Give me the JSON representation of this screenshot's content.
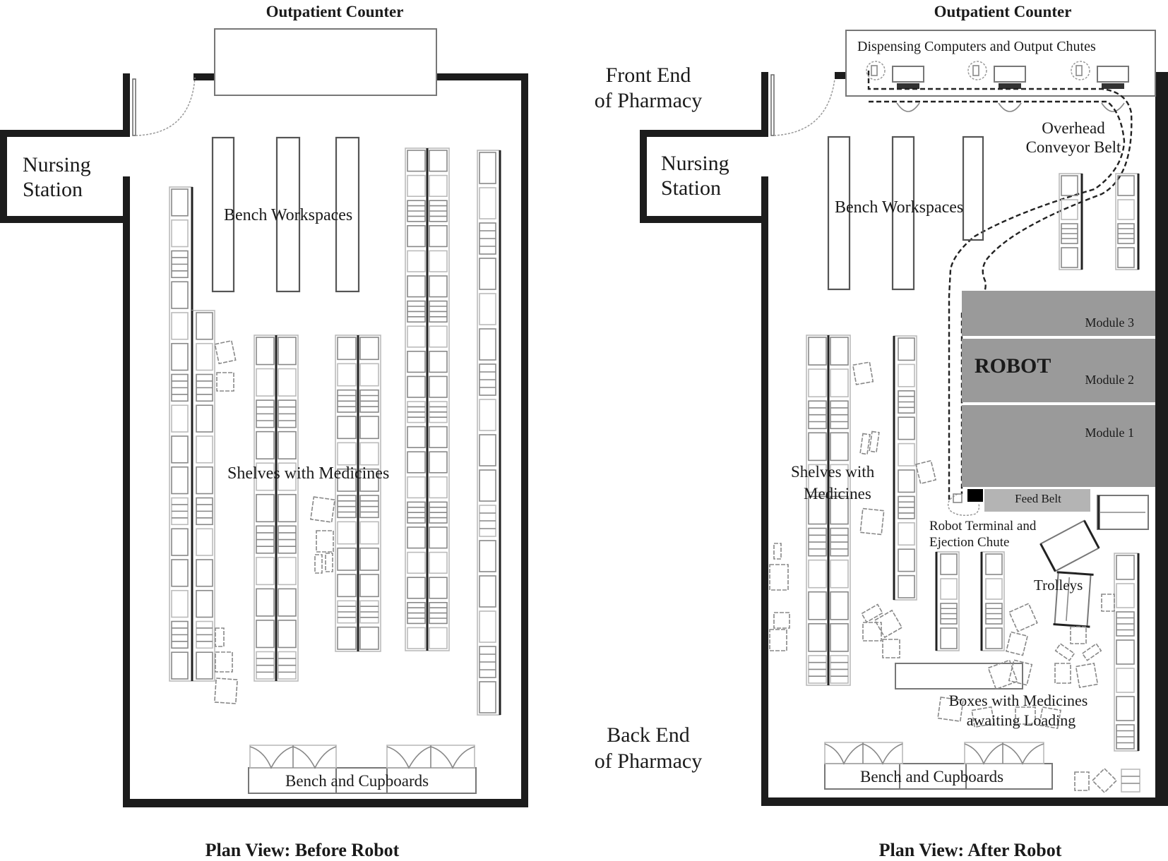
{
  "labels": {
    "outpatient_counter": "Outpatient Counter",
    "nursing_station_line1": "Nursing",
    "nursing_station_line2": "Station",
    "bench_workspaces": "Bench Workspaces",
    "shelves_with_medicines": "Shelves with Medicines",
    "shelves_line1": "Shelves with",
    "shelves_line2": "Medicines",
    "bench_and_cupboards": "Bench and Cupboards",
    "front_end_line1": "Front End",
    "front_end_line2": "of Pharmacy",
    "back_end_line1": "Back End",
    "back_end_line2": "of Pharmacy",
    "dispensing": "Dispensing Computers and Output Chutes",
    "overhead_line1": "Overhead",
    "overhead_line2": "Conveyor Belt",
    "robot": "ROBOT",
    "module_3": "Module 3",
    "module_2": "Module 2",
    "module_1": "Module 1",
    "feed_belt": "Feed Belt",
    "terminal_line1": "Robot Terminal and",
    "terminal_line2": "Ejection Chute",
    "trolleys": "Trolleys",
    "boxes_line1": "Boxes with Medicines",
    "boxes_line2": "awaiting Loading"
  },
  "captions": {
    "before": "Plan View: Before Robot",
    "after": "Plan View: After Robot"
  },
  "colors": {
    "wall": "#1c1c1c",
    "robot_module": "#9a9a9a",
    "feed_belt": "#b4b4b4"
  }
}
